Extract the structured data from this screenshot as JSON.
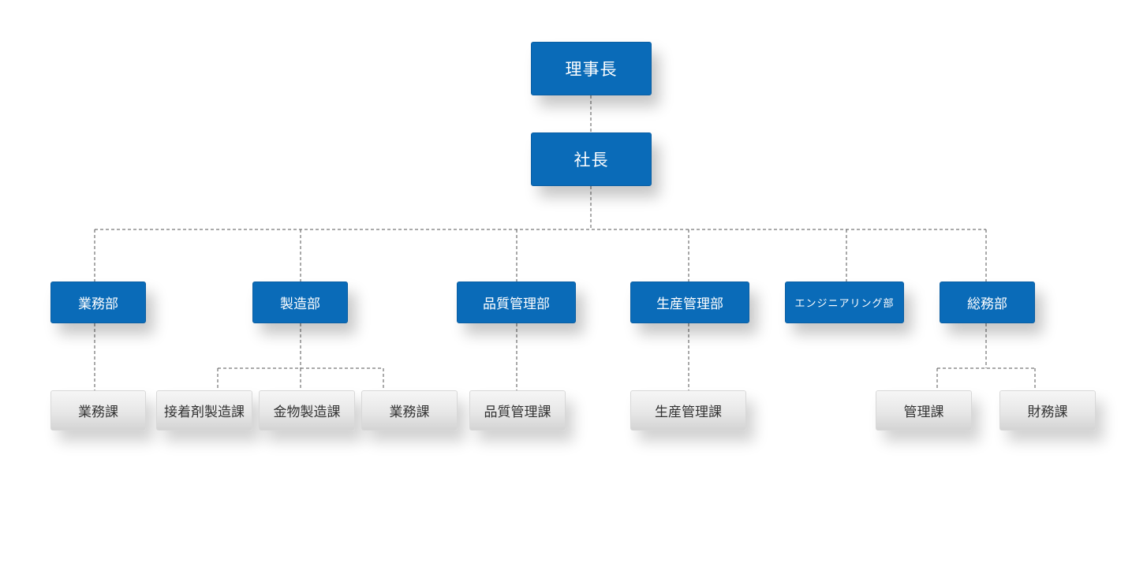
{
  "colors": {
    "executive_fill": "#0a6bb8",
    "department_fill": "#0a6bb8",
    "section_fill": "#e3e3e3",
    "connector": "#555555"
  },
  "org": {
    "chairman": "理事長",
    "president": "社長",
    "departments": [
      {
        "label": "業務部",
        "sections": [
          "業務課"
        ]
      },
      {
        "label": "製造部",
        "sections": [
          "接着剤製造課",
          "金物製造課",
          "業務課"
        ]
      },
      {
        "label": "品質管理部",
        "sections": [
          "品質管理課"
        ]
      },
      {
        "label": "生産管理部",
        "sections": [
          "生産管理課"
        ]
      },
      {
        "label": "エンジニアリング部",
        "sections": []
      },
      {
        "label": "総務部",
        "sections": [
          "管理課",
          "財務課"
        ]
      }
    ]
  }
}
